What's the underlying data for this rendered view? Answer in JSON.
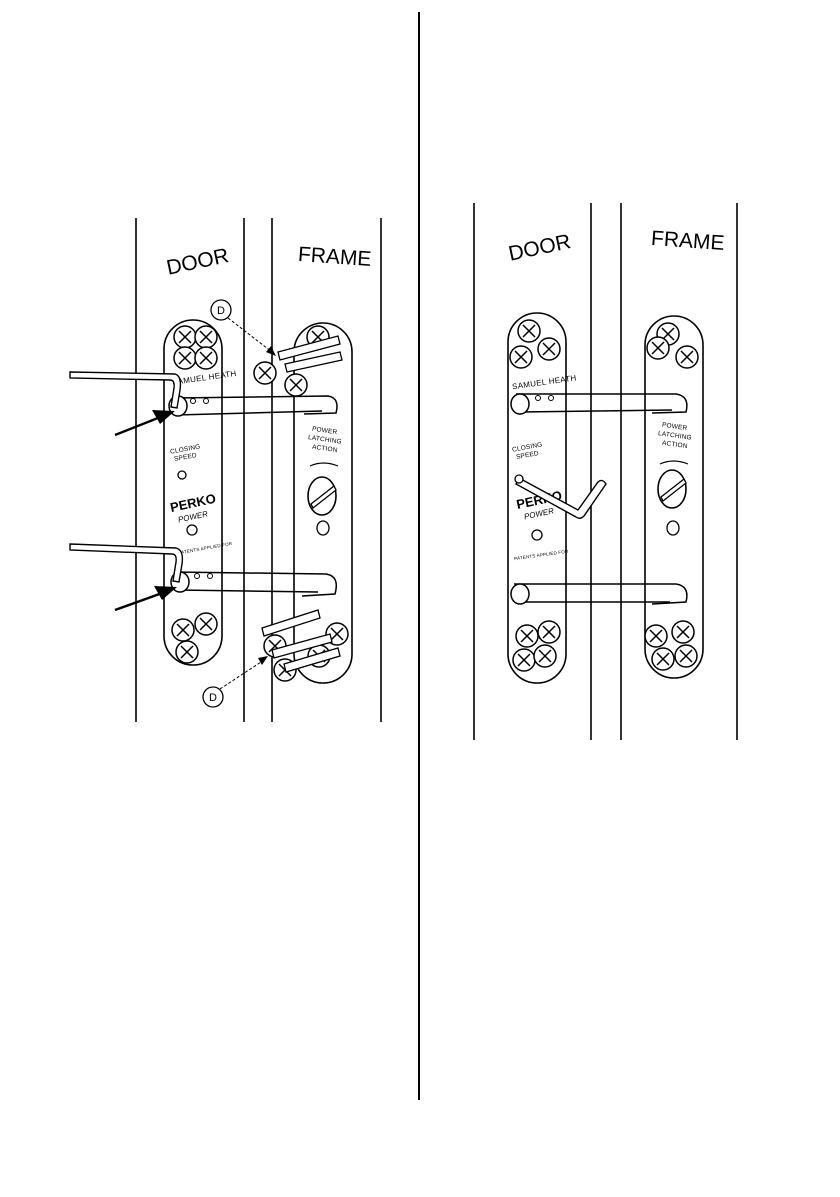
{
  "left_figure": {
    "door_label": "DOOR",
    "frame_label": "FRAME",
    "brand_text": "SAMUEL HEATH",
    "closing_speed_text": [
      "CLOSING",
      "SPEED"
    ],
    "perko_text": "PERKO",
    "power_text": "POWER",
    "patents_text": "PATENTS APPLIED FOR",
    "latching_text": [
      "POWER",
      "LATCHING",
      "ACTION"
    ],
    "callout_top": "D",
    "callout_bottom": "D"
  },
  "right_figure": {
    "door_label": "DOOR",
    "frame_label": "FRAME",
    "brand_text": "SAMUEL HEATH",
    "closing_speed_text": [
      "CLOSING",
      "SPEED"
    ],
    "perko_text": "PERKO",
    "power_text": "POWER",
    "patents_text": "PATENTS APPLIED FOR",
    "latching_text": [
      "POWER",
      "LATCHING",
      "ACTION"
    ]
  },
  "colors": {
    "ink": "#000000",
    "paper": "#ffffff"
  }
}
